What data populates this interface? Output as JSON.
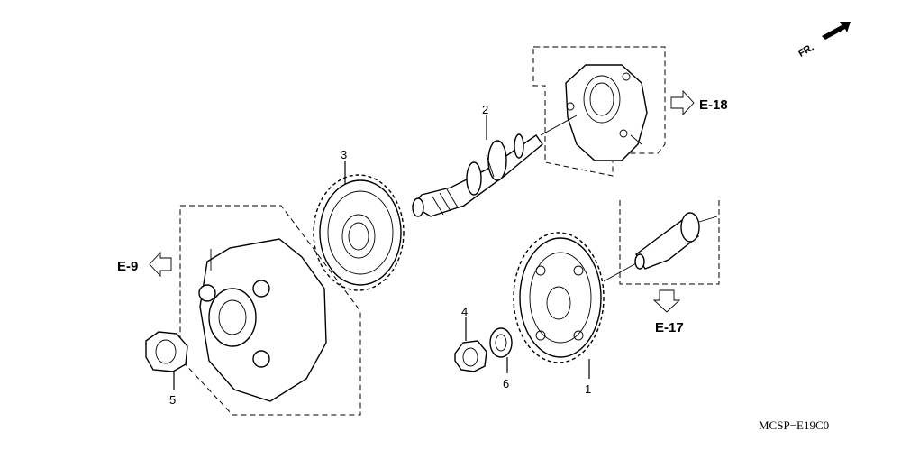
{
  "callouts": {
    "part_1": "1",
    "part_2": "2",
    "part_3": "3",
    "part_4": "4",
    "part_5": "5",
    "part_6": "6"
  },
  "references": {
    "e18": "E-18",
    "e9": "E-9",
    "e17": "E-17"
  },
  "direction_marker": "FR.",
  "diagram_code": "MCSP−E19C0"
}
